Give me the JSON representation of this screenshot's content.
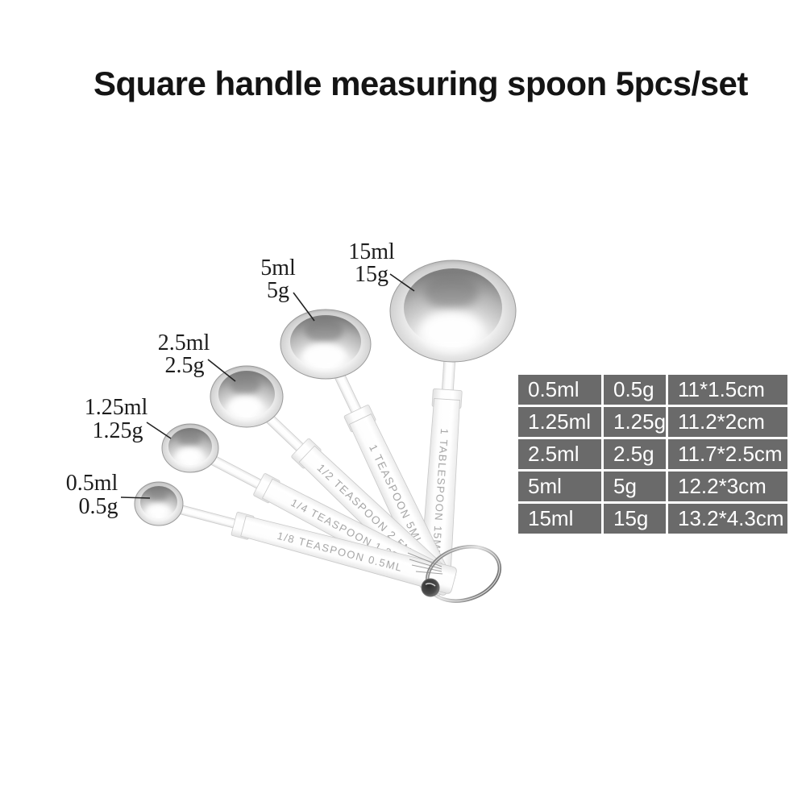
{
  "title": "Square handle measuring spoon 5pcs/set",
  "colors": {
    "table_cell_bg": "#6a6a6a",
    "table_text": "#ffffff",
    "metal_light": "#f7f7f7",
    "metal_dark": "#8c8c8c",
    "label_text": "#1c1c1c"
  },
  "spoons": [
    {
      "volume": "0.5ml",
      "weight": "0.5g",
      "engraving": "1/8 TEASPOON 0.5ML"
    },
    {
      "volume": "1.25ml",
      "weight": "1.25g",
      "engraving": "1/4 TEASPOON 1.25ML"
    },
    {
      "volume": "2.5ml",
      "weight": "2.5g",
      "engraving": "1/2 TEASPOON 2.5ML"
    },
    {
      "volume": "5ml",
      "weight": "5g",
      "engraving": "1 TEASPOON 5ML"
    },
    {
      "volume": "15ml",
      "weight": "15g",
      "engraving": "1 TABLESPOON 15ML"
    }
  ],
  "spec_table": {
    "rows": [
      {
        "volume": "0.5ml",
        "weight": "0.5g",
        "size": "11*1.5cm"
      },
      {
        "volume": "1.25ml",
        "weight": "1.25g",
        "size": "11.2*2cm"
      },
      {
        "volume": "2.5ml",
        "weight": "2.5g",
        "size": "11.7*2.5cm"
      },
      {
        "volume": "5ml",
        "weight": "5g",
        "size": "12.2*3cm"
      },
      {
        "volume": "15ml",
        "weight": "15g",
        "size": "13.2*4.3cm"
      }
    ]
  }
}
